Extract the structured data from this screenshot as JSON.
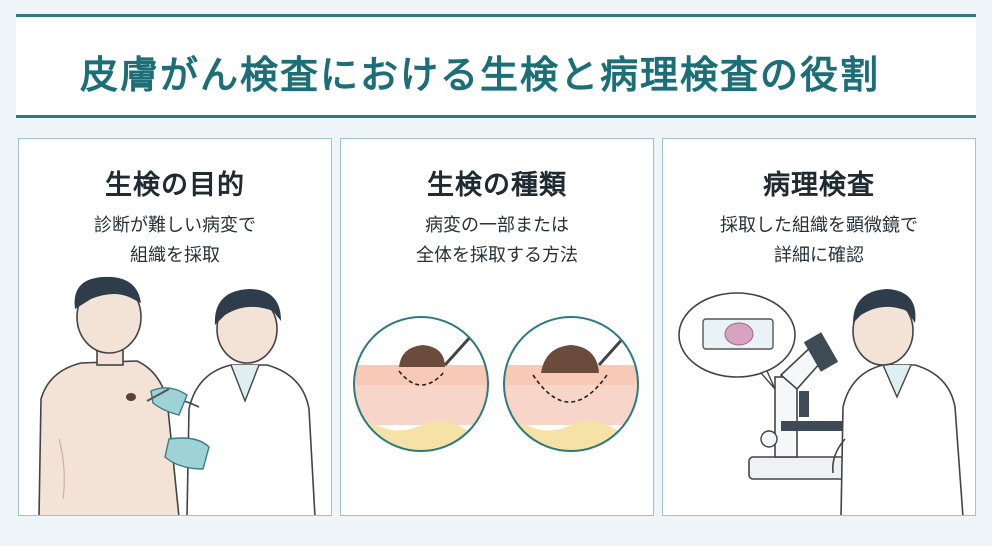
{
  "title": "皮膚がん検査における生検と病理検査の役割",
  "colors": {
    "accent": "#1c6f76",
    "panel_border": "#9bc6c6",
    "background": "#eef4f7",
    "skin": "#f6cfc0",
    "lesion": "#6b4b3c",
    "glove": "#9ed2d6"
  },
  "panels": [
    {
      "title": "生検の目的",
      "desc_lines": [
        "診断が難しい病変で",
        "組織を採取"
      ],
      "illustration": "doctor-examining-patient-back"
    },
    {
      "title": "生検の種類",
      "desc_lines": [
        "病変の一部または",
        "全体を採取する方法"
      ],
      "illustration": "skin-cross-section-partial-and-total-excision"
    },
    {
      "title": "病理検査",
      "desc_lines": [
        "採取した組織を顕微鏡で",
        "詳細に確認"
      ],
      "illustration": "doctor-using-microscope-with-slide"
    }
  ]
}
